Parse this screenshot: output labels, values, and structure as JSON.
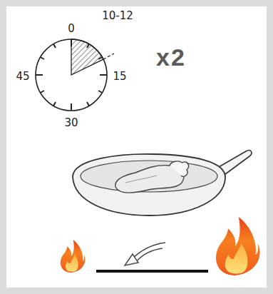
{
  "diagram": {
    "labels": [
      "0",
      "10-12",
      "x2",
      "45",
      "15",
      "30"
    ]
  }
}
